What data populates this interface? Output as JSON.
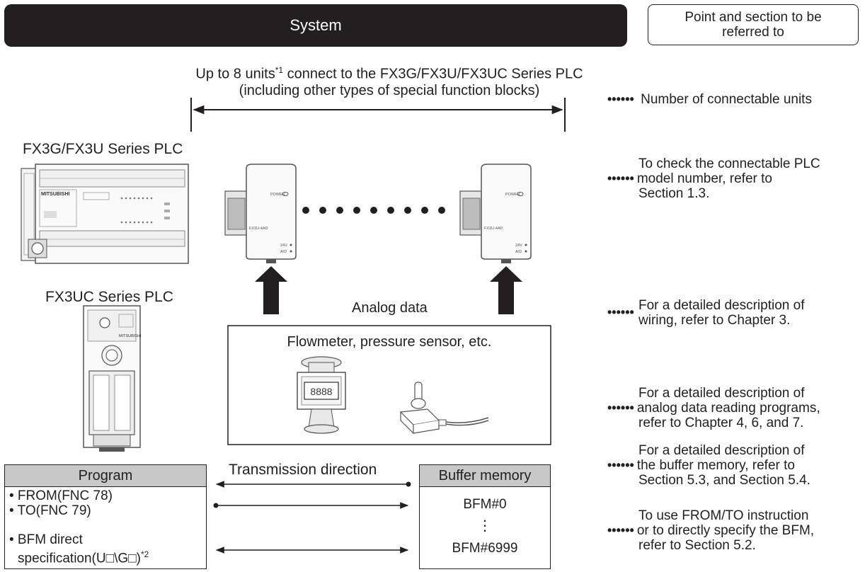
{
  "header": {
    "system_title": "System",
    "reference_title": "Point and section to be referred to"
  },
  "connection": {
    "line1_prefix": "Up to 8 units",
    "line1_sup": "*1",
    "line1_suffix": " connect to the FX3G/FX3U/FX3UC Series PLC",
    "line2": "(including other types of special function blocks)"
  },
  "plcs": {
    "fx3g_fx3u_label": "FX3G/FX3U  Series PLC",
    "fx3uc_label": "FX3UC  Series PLC",
    "brand": "MITSUBISHI"
  },
  "modules": {
    "power_label": "POWER",
    "model_label": "FX3U-4AD",
    "v24_label": "24V",
    "ad_label": "A/D"
  },
  "sensors": {
    "analog_data_label": "Analog data",
    "box_title": "Flowmeter, pressure sensor, etc.",
    "meter_display": "8888"
  },
  "program": {
    "title": "Program",
    "items": [
      "• FROM(FNC 78)",
      "• TO(FNC 79)",
      "• BFM direct",
      "specification(U□\\G□)"
    ],
    "item4_sup": "*2"
  },
  "transmission": {
    "label": "Transmission direction"
  },
  "buffer": {
    "title": "Buffer memory",
    "first": "BFM#0",
    "ellipsis": "⋮",
    "last": "BFM#6999"
  },
  "references": {
    "leader": "••••••",
    "items": [
      [
        "Number of connectable units"
      ],
      [
        "To check the connectable PLC",
        "model number, refer to",
        "Section 1.3."
      ],
      [
        "For a detailed description of",
        "wiring, refer to Chapter 3."
      ],
      [
        "For a detailed description of",
        "analog data reading programs,",
        "refer to Chapter 4, 6, and 7."
      ],
      [
        "For a detailed description of",
        "the buffer memory, refer to",
        "Section 5.3, and Section 5.4."
      ],
      [
        "To use FROM/TO instruction",
        "or to directly specify the BFM,",
        "refer to Section 5.2."
      ]
    ]
  }
}
